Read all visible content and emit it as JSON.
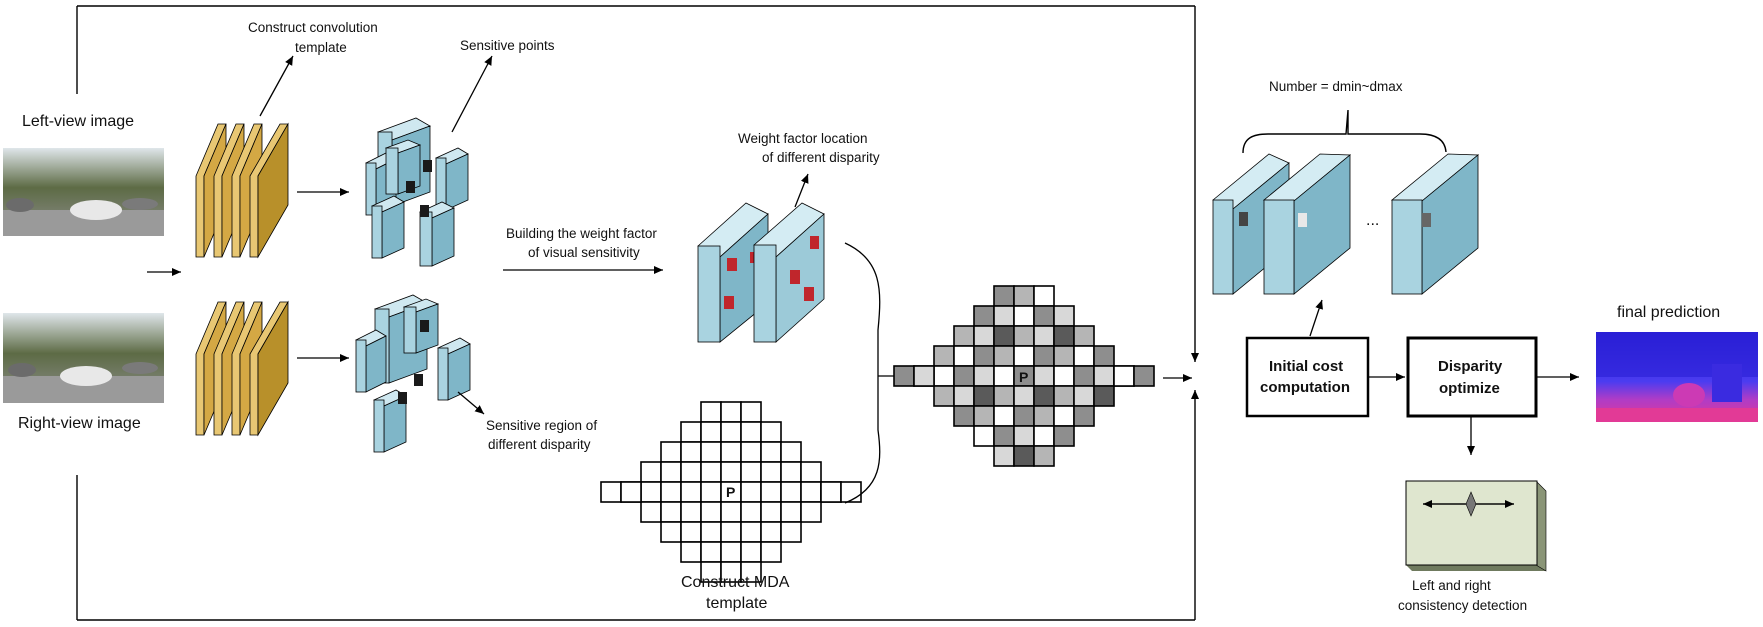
{
  "labels": {
    "left_view": "Left-view image",
    "right_view": "Right-view image",
    "conv_template_1": "Construct convolution",
    "conv_template_2": "template",
    "sensitive_points": "Sensitive points",
    "sensitive_region_1": "Sensitive region of",
    "sensitive_region_2": "different disparity",
    "weight_factor_1": "Building the weight factor",
    "weight_factor_2": "of visual sensitivity",
    "weight_loc_1": "Weight factor location",
    "weight_loc_2": "of different disparity",
    "mda_1": "Construct MDA",
    "mda_2": "template",
    "p_mark": "P",
    "number_range": "Number = dmin~dmax",
    "ellipsis": "...",
    "initial_cost_1": "Initial cost",
    "initial_cost_2": "computation",
    "disparity_1": "Disparity",
    "disparity_2": "optimize",
    "final_prediction": "final prediction",
    "lr_consistency_1": "Left and right",
    "lr_consistency_2": "consistency detection"
  },
  "colors": {
    "feature_map": "#e8c773",
    "feature_side": "#b8902a",
    "cube_face": "#a9d3e0",
    "cube_side": "#7fb6c8",
    "sensitive_red": "#c0262c",
    "consistency_box": "#dfe6cf",
    "depth_blue": "#3a2be0",
    "depth_magenta": "#c838a8"
  }
}
